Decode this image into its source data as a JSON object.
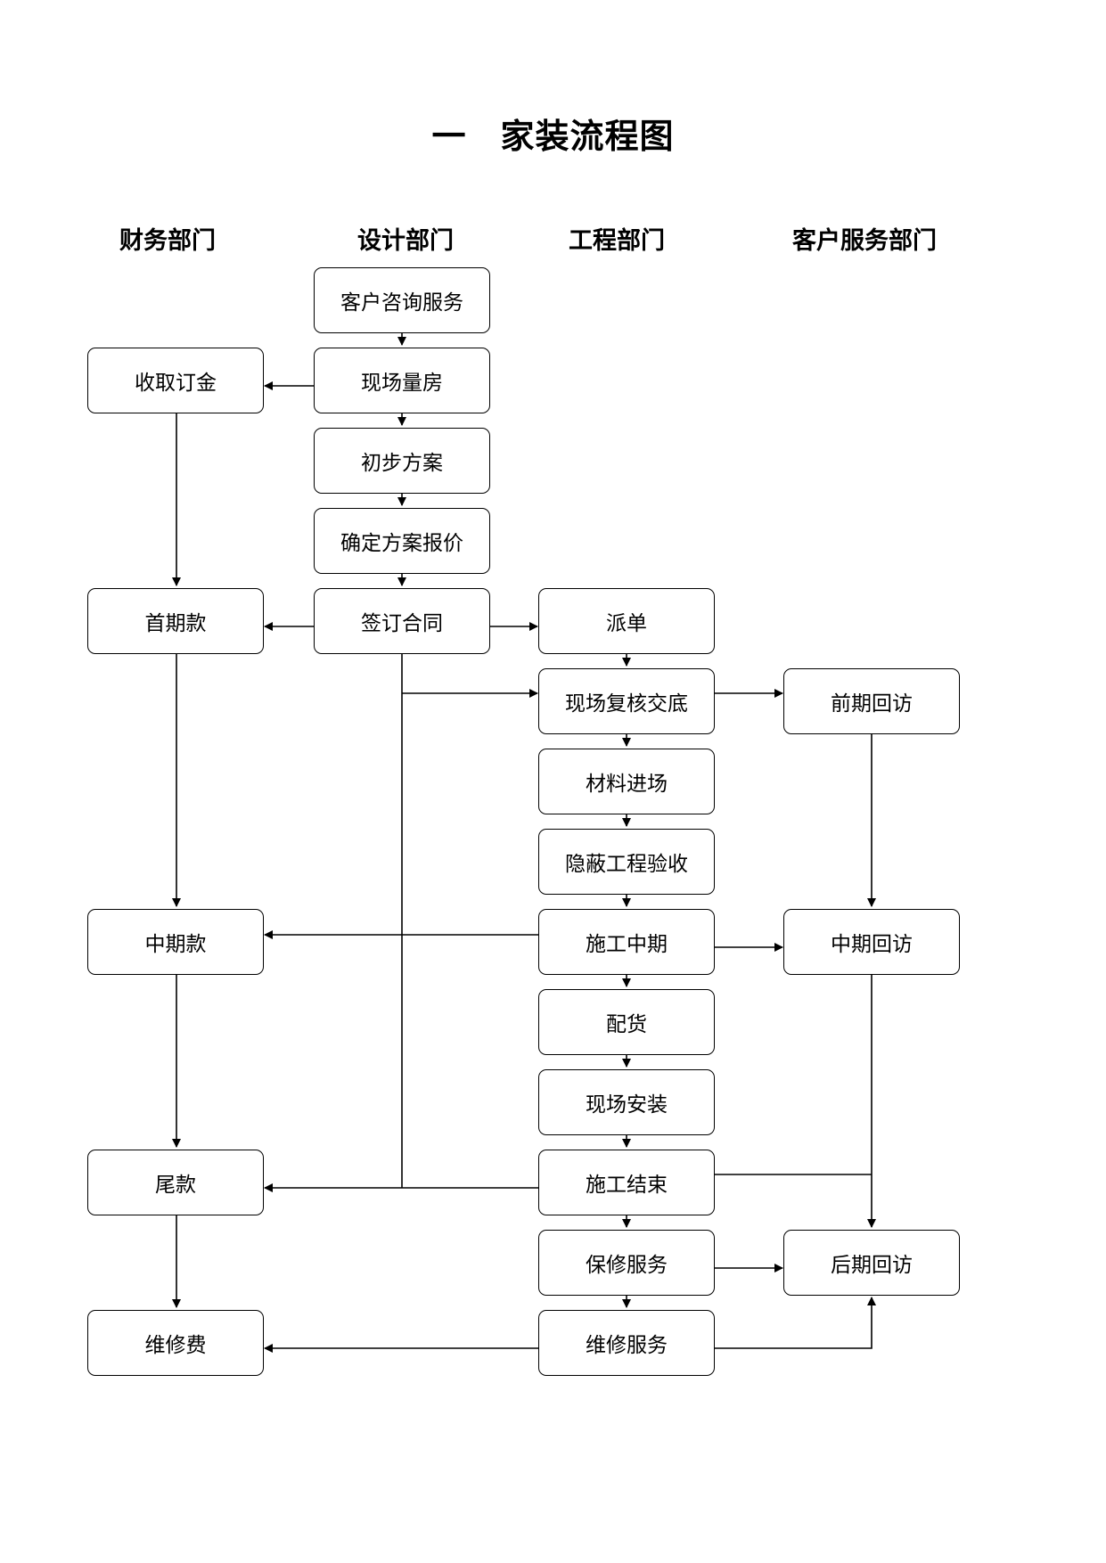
{
  "title": {
    "num": "一",
    "text": "家装流程图"
  },
  "columns": {
    "finance": "财务部门",
    "design": "设计部门",
    "engineering": "工程部门",
    "service": "客户服务部门"
  },
  "nodes": {
    "consult": "客户咨询服务",
    "measure": "现场量房",
    "preliminary": "初步方案",
    "quote": "确定方案报价",
    "contract": "签订合同",
    "deposit": "收取订金",
    "first_pay": "首期款",
    "mid_pay": "中期款",
    "final_pay": "尾款",
    "repair_fee": "维修费",
    "dispatch": "派单",
    "site_review": "现场复核交底",
    "materials": "材料进场",
    "hidden_inspect": "隐蔽工程验收",
    "mid_construction": "施工中期",
    "delivery": "配货",
    "install": "现场安装",
    "construction_end": "施工结束",
    "warranty": "保修服务",
    "repair_service": "维修服务",
    "early_visit": "前期回访",
    "mid_visit": "中期回访",
    "late_visit": "后期回访"
  }
}
